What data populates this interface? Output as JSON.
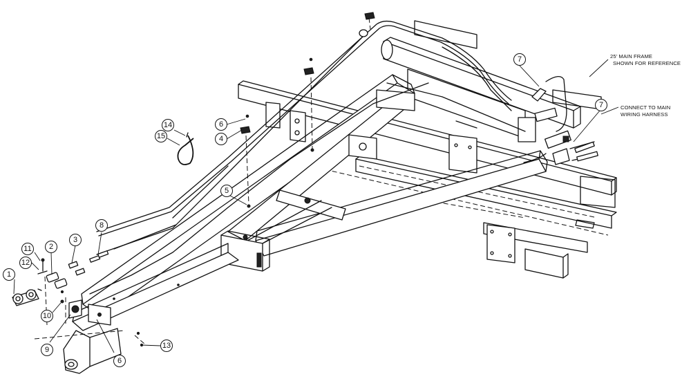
{
  "callouts": [
    {
      "id": "c1",
      "label": "1"
    },
    {
      "id": "c2",
      "label": "2"
    },
    {
      "id": "c3",
      "label": "3"
    },
    {
      "id": "c4",
      "label": "4"
    },
    {
      "id": "c5",
      "label": "5"
    },
    {
      "id": "c6a",
      "label": "6"
    },
    {
      "id": "c6b",
      "label": "6"
    },
    {
      "id": "c7a",
      "label": "7"
    },
    {
      "id": "c7b",
      "label": "7"
    },
    {
      "id": "c8",
      "label": "8"
    },
    {
      "id": "c9",
      "label": "9"
    },
    {
      "id": "c10",
      "label": "10"
    },
    {
      "id": "c11",
      "label": "11"
    },
    {
      "id": "c12",
      "label": "12"
    },
    {
      "id": "c13",
      "label": "13"
    },
    {
      "id": "c14",
      "label": "14"
    },
    {
      "id": "c15",
      "label": "15"
    }
  ],
  "notes": {
    "frame_line1": "25' MAIN FRAME",
    "frame_line2": "SHOWN FOR REFERENCE",
    "harness_line1": "CONNECT TO MAIN",
    "harness_line2": "WIRING HARNESS"
  }
}
